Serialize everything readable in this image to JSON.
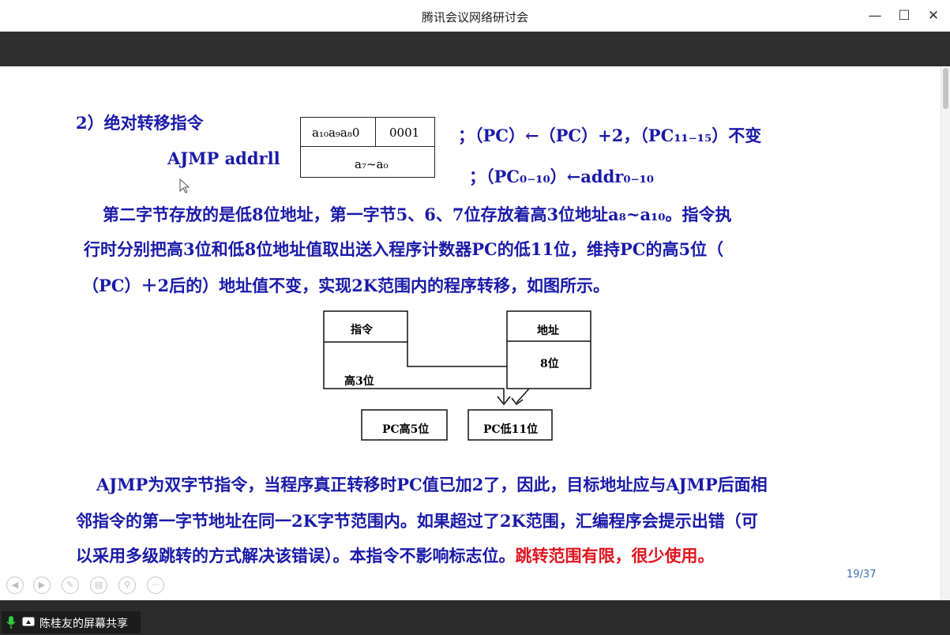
{
  "window": {
    "title": "腾讯会议网络研讨会",
    "minimize": "—",
    "maximize": "☐",
    "close": "✕"
  },
  "slide": {
    "heading": "2）绝对转移指令",
    "instruction": "AJMP   addrll",
    "format_box": {
      "cell1": "a₁₀a₉a₈0",
      "cell2": "0001",
      "cell3": "a₇~a₀"
    },
    "op1": "；（PC）←（PC）+2，（PC₁₁₋₁₅）不变",
    "op2": "；（PC₀₋₁₀）←addr₀₋₁₀",
    "para1_line1": "第二字节存放的是低8位地址，第一字节5、6、7位存放着高3位地址a₈~a₁₀。指令执",
    "para1_line2": "行时分别把高3位和低8位地址值取出送入程序计数器PC的低11位，维持PC的高5位（",
    "para1_line3": "（PC）＋2后的）地址值不变，实现2K范围内的程序转移，如图所示。",
    "diagram": {
      "instr": "指令",
      "addr": "地址",
      "bits8": "8位",
      "high3": "高3位",
      "pc_high": "PC高5位",
      "pc_low": "PC低11位"
    },
    "para2_line1": "AJMP为双字节指令，当程序真正转移时PC值已加2了，因此，目标地址应与AJMP后面相",
    "para2_line2": "邻指令的第一字节地址在同一2K字节范围内。如果超过了2K范围，汇编程序会提示出错（可",
    "para2_line3_blue": "以采用多级跳转的方式解决该错误）。本指令不影响标志位。",
    "para2_line3_red": "跳转范围有限，很少使用。",
    "page": "19/37"
  },
  "nav_icons": [
    "prev-icon",
    "next-icon",
    "pen-icon",
    "pages-icon",
    "zoom-icon",
    "more-icon"
  ],
  "share_label": "陈桂友的屏幕共享",
  "colors": {
    "text_blue": "#1a1aa8",
    "text_red": "#e0141e",
    "dark_bar": "#2e2e2e"
  }
}
